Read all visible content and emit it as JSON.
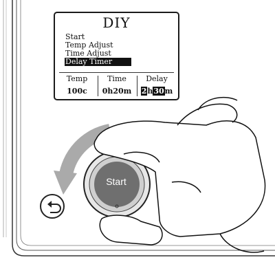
{
  "screen": {
    "title": "DIY",
    "menu": [
      {
        "label": "Start",
        "selected": false
      },
      {
        "label": "Temp Adjust",
        "selected": false
      },
      {
        "label": "Time Adjust",
        "selected": false
      },
      {
        "label": "Delay Timer",
        "selected": true
      }
    ],
    "columns": [
      {
        "header": "Temp",
        "value": "100c"
      },
      {
        "header": "Time",
        "value": "0h20m"
      },
      {
        "header": "Delay",
        "value_hours": "2",
        "value_h_unit": "h",
        "value_minutes": "30",
        "value_m_unit": "m"
      }
    ]
  },
  "knob": {
    "label": "Start"
  },
  "icons": {
    "back": "back-arrow-icon",
    "rotate": "rotate-arrow-icon"
  }
}
